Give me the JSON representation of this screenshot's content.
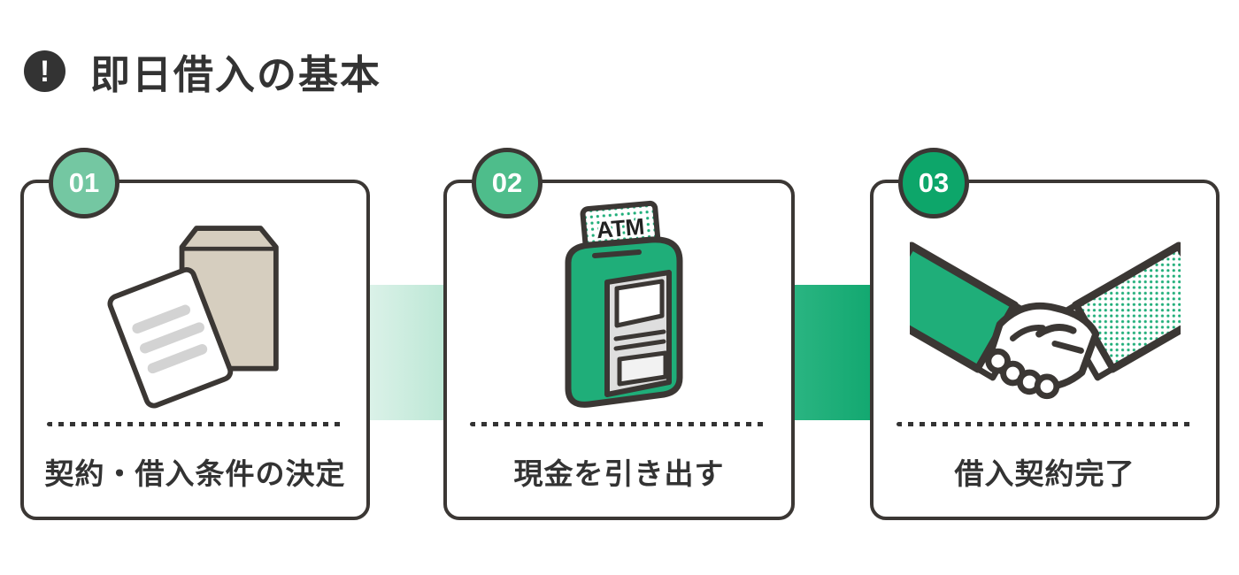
{
  "header": {
    "title": "即日借入の基本",
    "icon": "exclamation-circle-icon"
  },
  "steps": [
    {
      "number": "01",
      "label": "契約・借入条件の決定",
      "icon": "documents-envelope-icon"
    },
    {
      "number": "02",
      "label": "現金を引き出す",
      "icon": "atm-machine-icon",
      "atm_sign": "ATM"
    },
    {
      "number": "03",
      "label": "借入契約完了",
      "icon": "handshake-icon"
    }
  ],
  "connectors": [
    {
      "between": "step-01-and-02",
      "style": "light-mint-gradient"
    },
    {
      "between": "step-02-and-03",
      "style": "solid-green-gradient"
    }
  ],
  "colors": {
    "ink": "#333333",
    "outline": "#3b3734",
    "badge-01": "#74c7a2",
    "badge-02": "#4ebd8b",
    "badge-03": "#0da66a",
    "connector-light-start": "#dcf2e9",
    "connector-light-end": "#bce7d5",
    "connector-solid-start": "#2bb582",
    "connector-solid-end": "#12a870",
    "green": "#1fae79",
    "envelope": "#d6cebf",
    "paper-line": "#d3d3d3",
    "panel-gray": "#dedede"
  }
}
